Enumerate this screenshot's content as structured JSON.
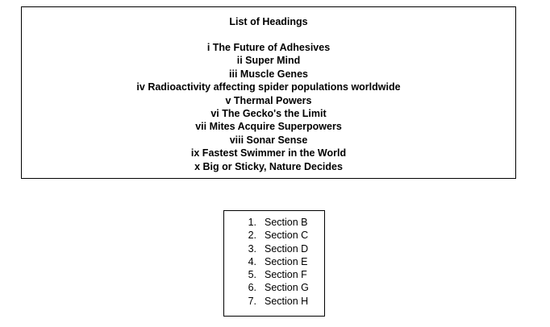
{
  "headings": {
    "title": "List of Headings",
    "items": [
      "i The Future of Adhesives",
      "ii Super Mind",
      "iii Muscle Genes",
      "iv Radioactivity affecting spider populations worldwide",
      "v Thermal Powers",
      "vi The Gecko's the Limit",
      "vii Mites Acquire Superpowers",
      "viii Sonar Sense",
      "ix Fastest Swimmer in the World",
      "x Big or Sticky, Nature Decides"
    ]
  },
  "sections": {
    "items": [
      {
        "num": "1.",
        "label": "Section B"
      },
      {
        "num": "2.",
        "label": "Section C"
      },
      {
        "num": "3.",
        "label": "Section D"
      },
      {
        "num": "4.",
        "label": "Section E"
      },
      {
        "num": "5.",
        "label": "Section F"
      },
      {
        "num": "6.",
        "label": "Section G"
      },
      {
        "num": "7.",
        "label": "Section H"
      }
    ]
  }
}
